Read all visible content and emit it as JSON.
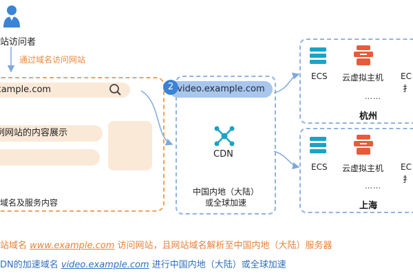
{
  "visitor": {
    "label": "站访问者",
    "icon": "user-icon"
  },
  "step1": {
    "text": "通过域名访问网站"
  },
  "website": {
    "url": "xample.com",
    "search_icon": "search-icon",
    "content_label": "例网站的内容展示",
    "caption": "域名及服务内容"
  },
  "cdn": {
    "step_number": "2",
    "domain": "video.example.com",
    "label": "CDN",
    "icon": "cdn-network-icon",
    "region_line1": "中国内地（大陆）",
    "region_line2": "或全球加速"
  },
  "regions": [
    {
      "city": "杭州",
      "ecs_label": "ECS",
      "vhost_label": "云虚拟主机",
      "cut_label_top": "EC",
      "cut_label_bottom": "扌",
      "more": "……"
    },
    {
      "city": "上海",
      "ecs_label": "ECS",
      "vhost_label": "云虚拟主机",
      "cut_label_top": "EC",
      "cut_label_bottom": "扌",
      "more": "……"
    }
  ],
  "footer": {
    "line1_pre": "站域名 ",
    "line1_link": "www.example.com",
    "line1_post": " 访问网站，且网站域名解析至中国内地（大陆）服务器",
    "line2_pre": "DN的加速域名 ",
    "line2_link": "video.example.com",
    "line2_post": " 进行中国内地（大陆）或全球加速"
  },
  "colors": {
    "orange": "#f0883a",
    "blue": "#3a83d6",
    "server_red": "#e85a3a",
    "cdn_teal": "#1aa3c8"
  }
}
